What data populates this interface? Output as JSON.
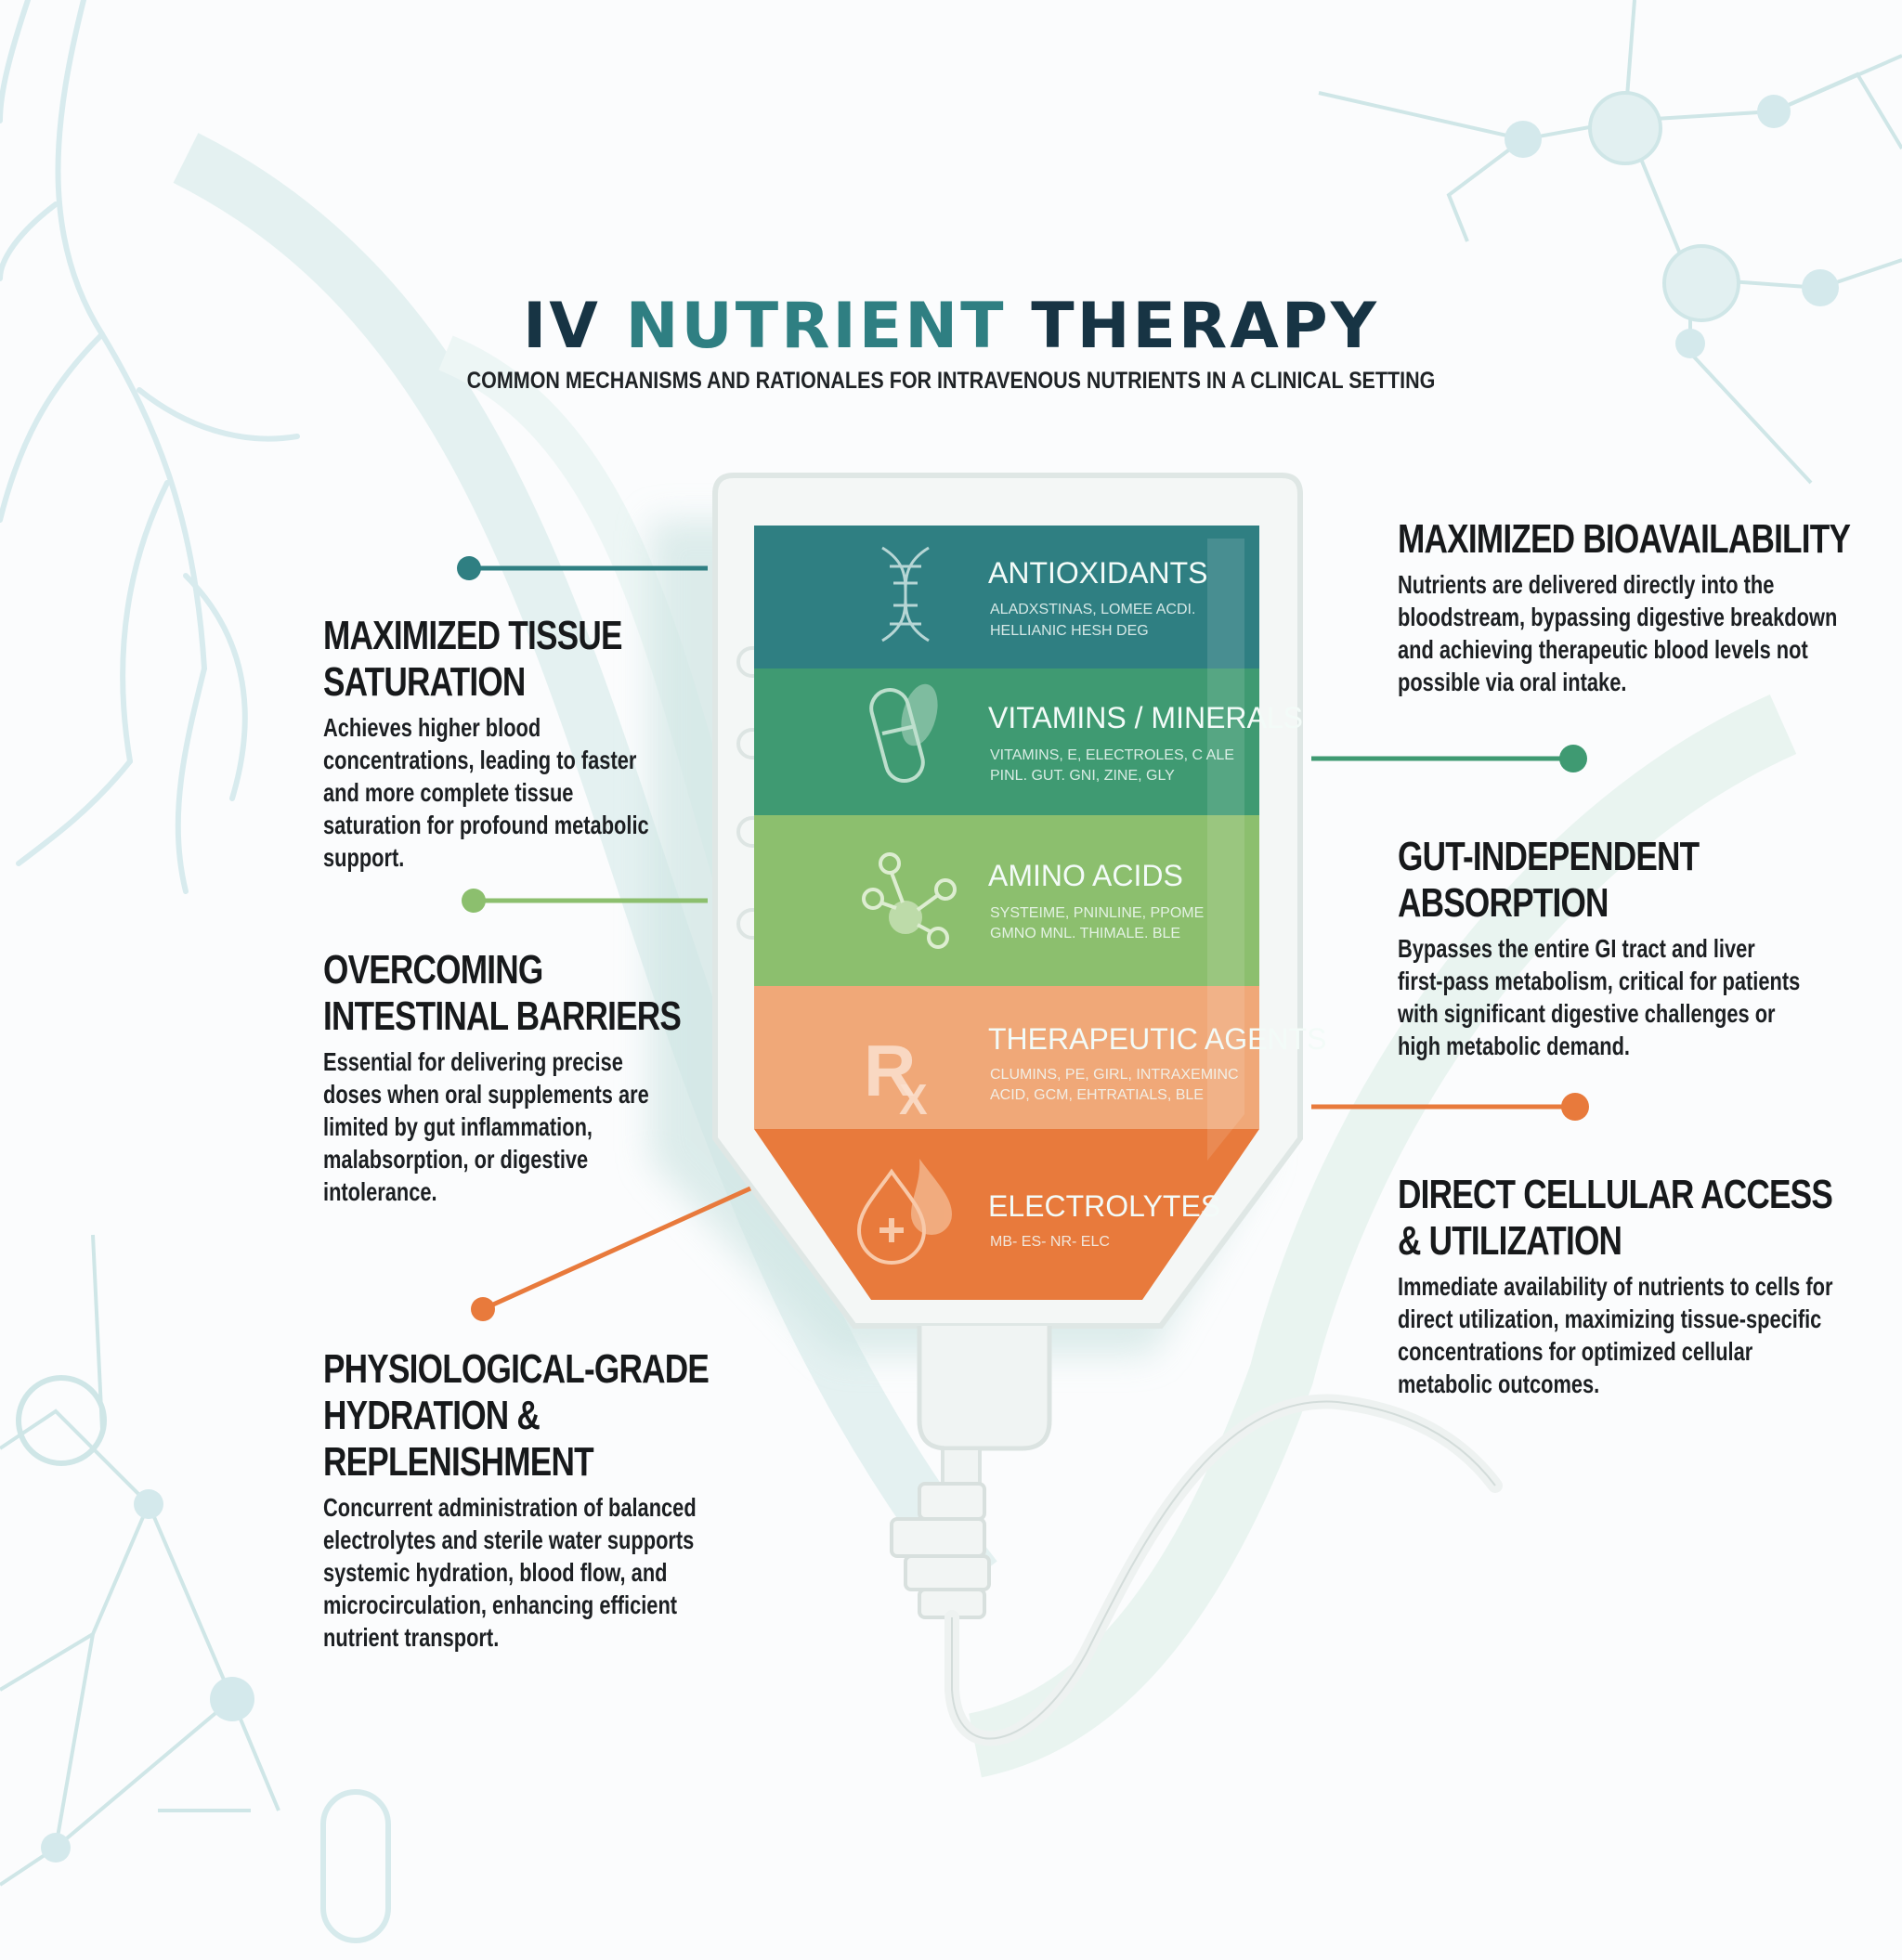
{
  "title": {
    "part1": "IV ",
    "accent": "NUTRIENT",
    "part2": " THERAPY"
  },
  "subtitle": "COMMON MECHANISMS AND RATIONALES FOR INTRAVENOUS NUTRIENTS IN A CLINICAL SETTING",
  "colors": {
    "teal": "#2f7f82",
    "green": "#3f9a72",
    "light_green": "#8cbf6e",
    "peach": "#f0a878",
    "orange": "#e87a3c",
    "navy": "#173444"
  },
  "bag_layers": [
    {
      "title": "ANTIOXIDANTS",
      "line1": "ALADXSTINAS,  LOMEE ACDI.",
      "line2": "HELLIANIC HESH DEG",
      "icon": "dna-icon"
    },
    {
      "title": "VITAMINS / MINERALS",
      "line1": "VITAMINS, E, ELECTROLES, C ALE",
      "line2": "PINL. GUT. GNI, ZINE, GLY",
      "icon": "capsule-icon"
    },
    {
      "title": "AMINO ACIDS",
      "line1": "SYSTEIME, PNINLINE, PPOME",
      "line2": "GMNO MNL. THIMALE. BLE",
      "icon": "molecule-icon"
    },
    {
      "title": "THERAPEUTIC AGENTS",
      "line1": "CLUMINS, PE, GIRL, INTRAXEMINC",
      "line2": "ACID, GCM, EHTRATIALS, BLE",
      "icon": "rx-icon"
    },
    {
      "title": "ELECTROLYTES",
      "line1": "MB-   ES-   NR-   ELC",
      "line2": "",
      "icon": "droplet-icon"
    }
  ],
  "left_blocks": [
    {
      "heading": "MAXIMIZED TISSUE SATURATION",
      "body": "Achieves higher blood concentrations, leading to faster and more complete tissue saturation for profound metabolic support."
    },
    {
      "heading": "OVERCOMING INTESTINAL BARRIERS",
      "body": "Essential for delivering precise doses when oral supplements are limited by gut inflammation, malabsorption, or digestive intolerance."
    },
    {
      "heading": "PHYSIOLOGICAL-GRADE HYDRATION & REPLENISHMENT",
      "body": "Concurrent administration of balanced electrolytes and sterile water supports systemic hydration, blood flow, and microcirculation, enhancing efficient nutrient transport."
    }
  ],
  "right_blocks": [
    {
      "heading": "MAXIMIZED BIOAVAILABILITY",
      "body": "Nutrients are delivered directly into the bloodstream, bypassing digestive breakdown and achieving therapeutic blood levels not possible via oral intake."
    },
    {
      "heading": "GUT-INDEPENDENT ABSORPTION",
      "body": "Bypasses the entire GI tract and liver first-pass metabolism, critical for patients with significant digestive challenges or high metabolic demand."
    },
    {
      "heading": "DIRECT CELLULAR ACCESS & UTILIZATION",
      "body": "Immediate availability of nutrients to cells for direct utilization, maximizing tissue-specific concentrations for optimized cellular metabolic outcomes."
    }
  ]
}
